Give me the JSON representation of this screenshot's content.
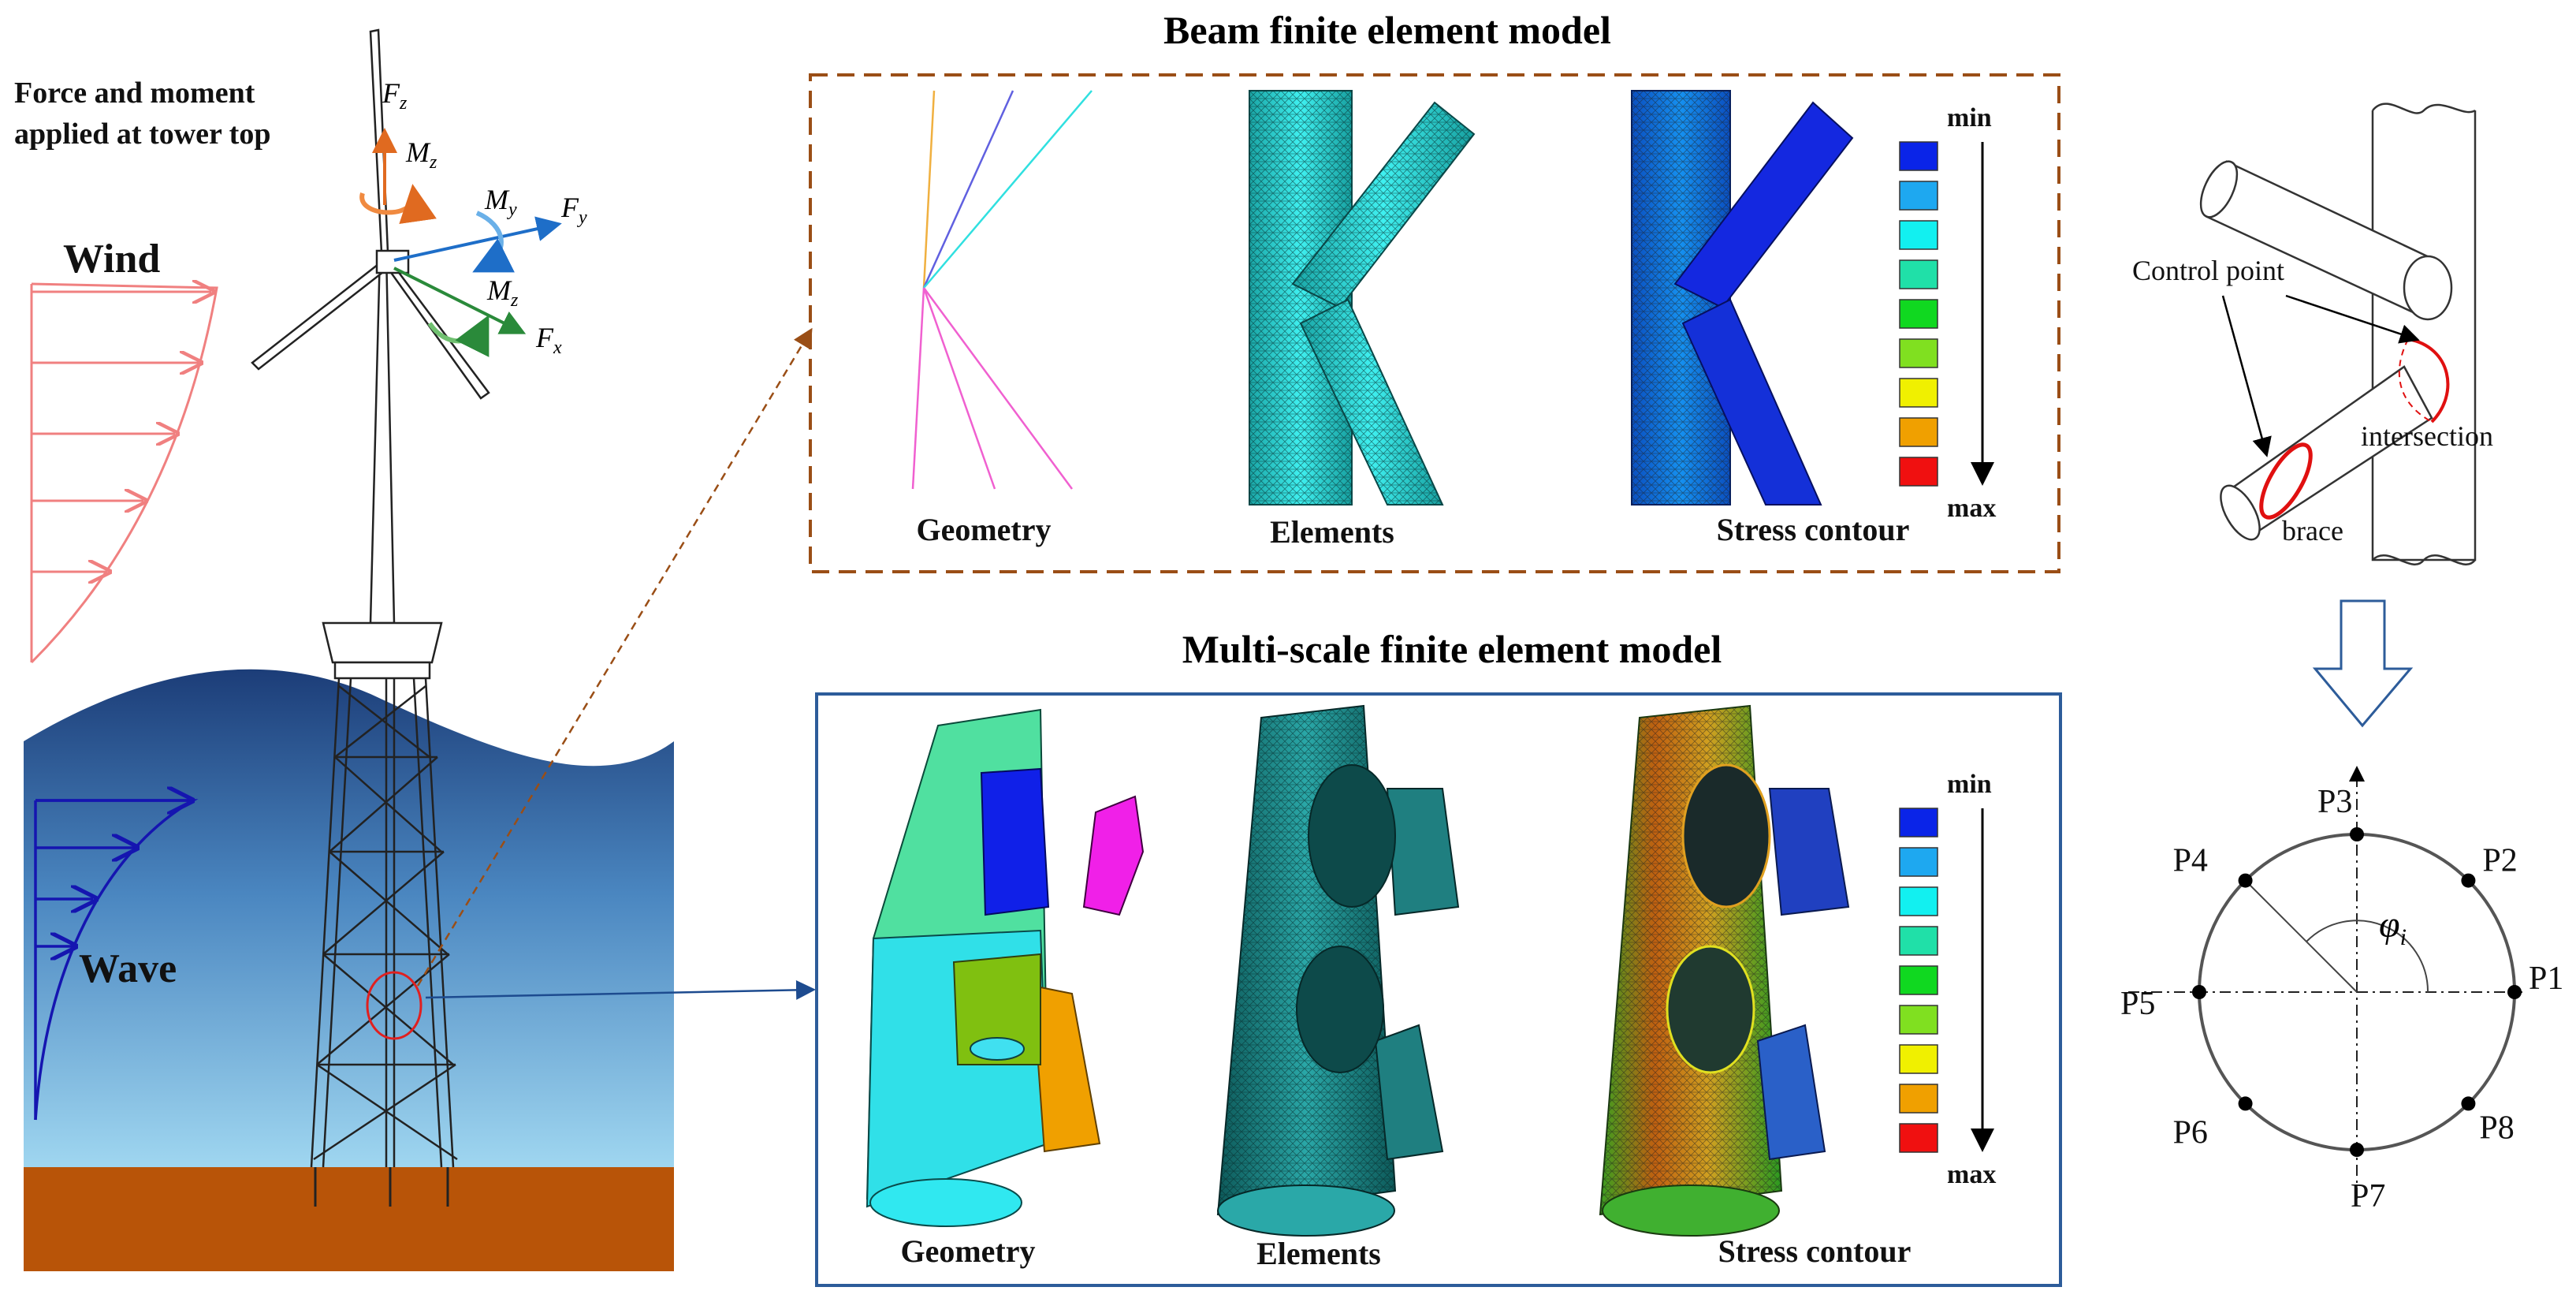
{
  "left_panel": {
    "load_label_line1": "Force and moment",
    "load_label_line2": "applied at tower top",
    "wind_label": "Wind",
    "wave_label": "Wave",
    "Fz": "F",
    "Fz_sub": "z",
    "Mz_top": "M",
    "Mz_top_sub": "z",
    "My": "M",
    "My_sub": "y",
    "Fy": "F",
    "Fy_sub": "y",
    "Mz2": "M",
    "Mz2_sub": "z",
    "Fx": "F",
    "Fx_sub": "x"
  },
  "beam_model": {
    "title": "Beam finite element model",
    "geometry_label": "Geometry",
    "elements_label": "Elements",
    "stress_label": "Stress contour",
    "min_label": "min",
    "max_label": "max"
  },
  "multiscale_model": {
    "title": "Multi-scale finite element model",
    "geometry_label": "Geometry",
    "elements_label": "Elements",
    "stress_label": "Stress contour",
    "min_label": "min",
    "max_label": "max"
  },
  "legend_colors": [
    "#0a24e8",
    "#1ea8f0",
    "#12f0f0",
    "#20e0a8",
    "#10d820",
    "#80e020",
    "#f0f000",
    "#f0a000",
    "#f01010"
  ],
  "joint_detail": {
    "control_point_label": "Control point",
    "intersection_label": "intersection",
    "brace_label": "brace"
  },
  "circle_diagram": {
    "angle_symbol": "φ",
    "angle_sub": "i",
    "points": [
      "P1",
      "P2",
      "P3",
      "P4",
      "P5",
      "P6",
      "P7",
      "P8"
    ]
  },
  "colors": {
    "sea_top": "#1c3d78",
    "sea_bottom": "#9fd6f0",
    "seabed": "#b85408",
    "beam_border": "#9a4e16",
    "multi_border": "#2d5c9a",
    "wind_arrow": "#f08080",
    "wave_arrow": "#1515b0"
  }
}
